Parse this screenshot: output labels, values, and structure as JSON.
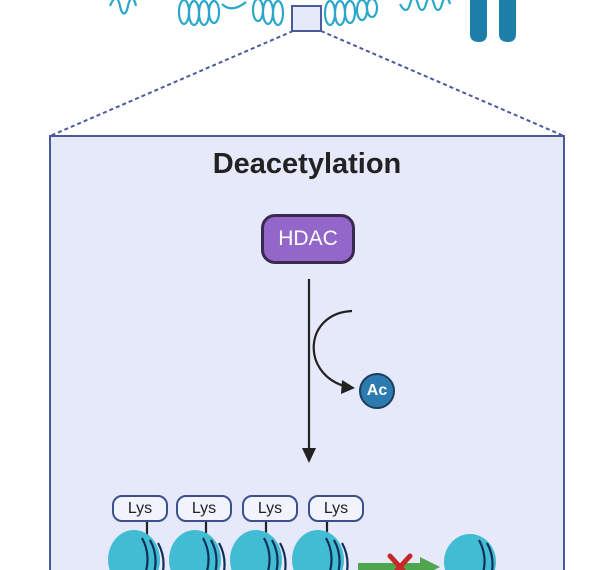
{
  "title": "Deacetylation",
  "enzyme_label": "HDAC",
  "acetyl_label": "Ac",
  "lysine_labels": [
    "Lys",
    "Lys",
    "Lys",
    "Lys"
  ],
  "colors": {
    "panel_fill": "#e5e9fa",
    "panel_border": "#4a5b9a",
    "dna": "#2aa7c9",
    "chromosome": "#1d7fa8",
    "enzyme_fill": "#9366c9",
    "acetyl_fill": "#2b7bb0",
    "nucleosome": "#41bcd2",
    "blocked_arrow": "#4fa64e",
    "block_mark": "#c62828"
  }
}
